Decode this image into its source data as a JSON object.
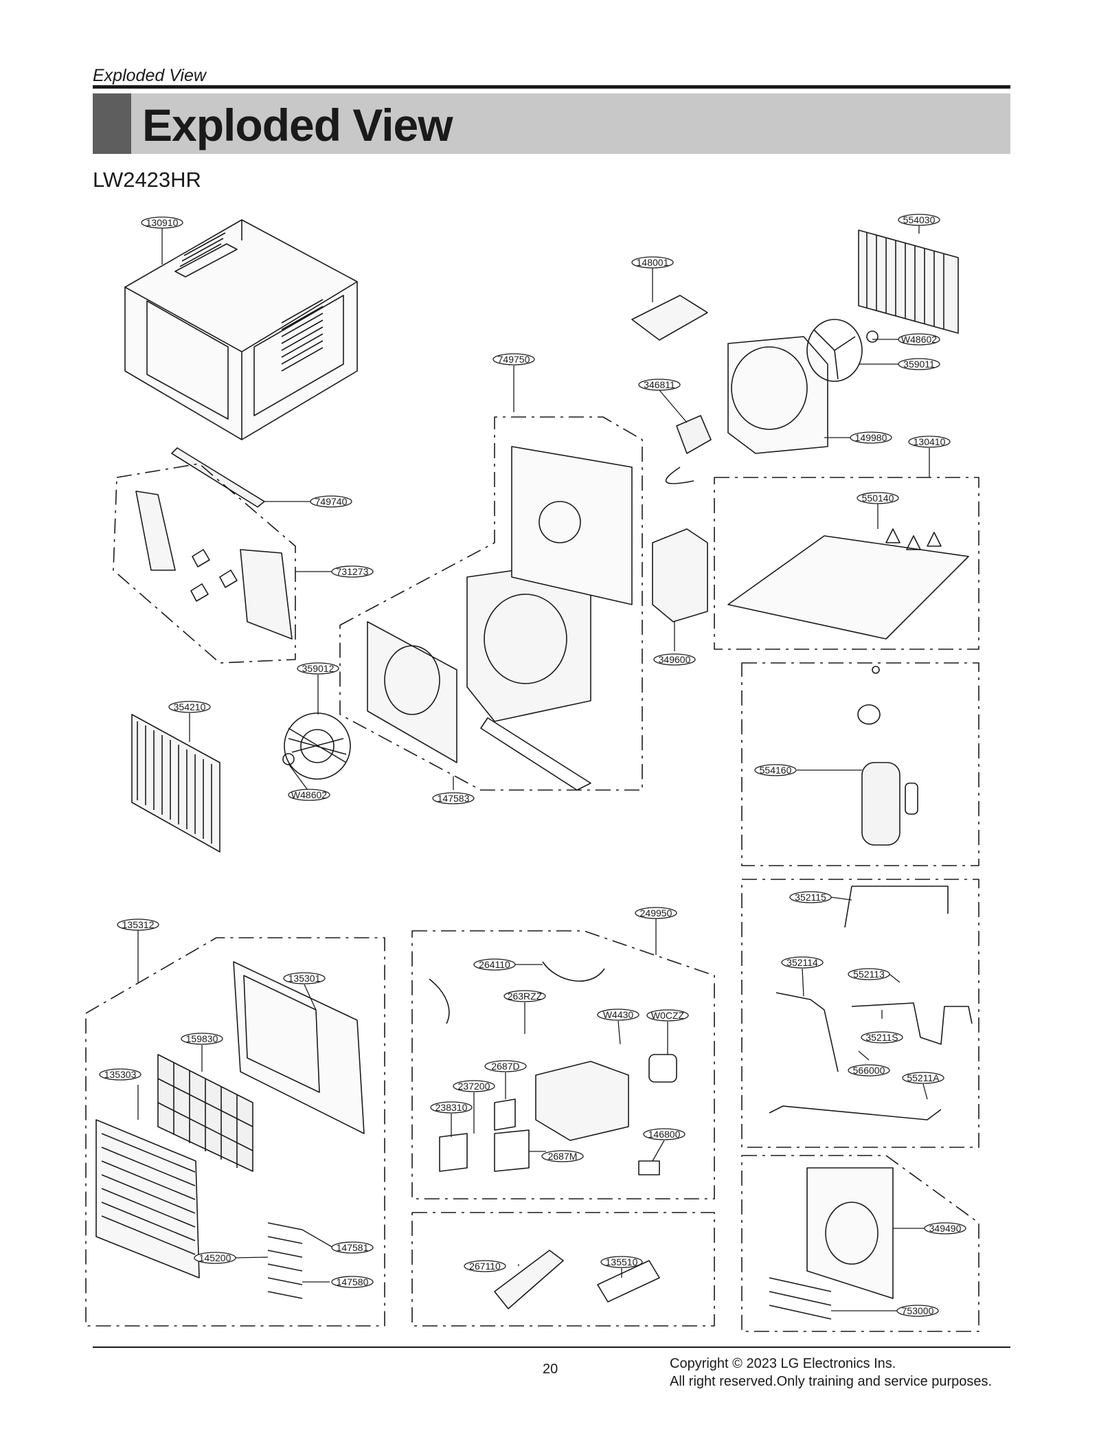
{
  "header": {
    "section": "Exploded View",
    "title": "Exploded View",
    "model": "LW2423HR"
  },
  "parts": [
    "130910",
    "554030",
    "148001",
    "W48602",
    "359011",
    "749750",
    "346811",
    "149980",
    "130410",
    "749740",
    "550140",
    "731273",
    "359012",
    "349600",
    "354210",
    "554160",
    "W48602",
    "147583",
    "352115",
    "249950",
    "135312",
    "264110",
    "352114",
    "552113",
    "135301",
    "263RZZ",
    "W4430",
    "W0CZZ",
    "159830",
    "35211S",
    "2687D",
    "566000",
    "55211A",
    "135303",
    "237200",
    "238310",
    "146800",
    "2687M",
    "135510",
    "349490",
    "147581",
    "267110",
    "145200",
    "147580",
    "753000"
  ],
  "footer": {
    "page_number": "20",
    "copyright_line1": "Copyright © 2023 LG Electronics Ins.",
    "copyright_line2": "All right reserved.Only training and service purposes."
  }
}
